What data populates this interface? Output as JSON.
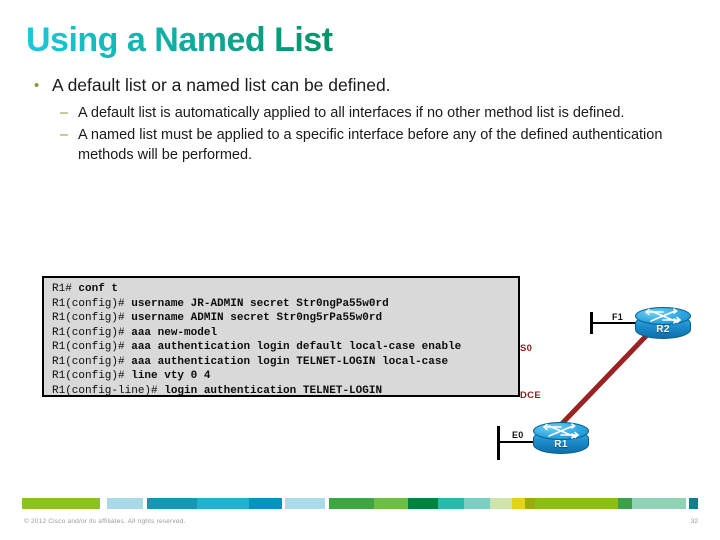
{
  "slide": {
    "title": "Using a Named List",
    "title_gradient_from": "#1ac8d8",
    "title_gradient_to": "#039268"
  },
  "bullets": [
    {
      "level": 1,
      "marker": "•",
      "text": "A default list or a named list can be defined."
    },
    {
      "level": 2,
      "marker": "–",
      "text": "A default list is automatically applied to all interfaces if no other method list is defined."
    },
    {
      "level": 2,
      "marker": "–",
      "text": "A named list must be applied to a specific interface before any of the defined authentication methods will be performed."
    }
  ],
  "code_box": {
    "background": "#d9d9d9",
    "border_color": "#000000",
    "lines": [
      {
        "prompt": "R1#",
        "command": " conf t"
      },
      {
        "prompt": "R1(config)#",
        "command": " username JR-ADMIN secret Str0ngPa55w0rd"
      },
      {
        "prompt": "R1(config)#",
        "command": " username ADMIN secret Str0ng5rPa55w0rd"
      },
      {
        "prompt": "R1(config)#",
        "command": " aaa new-model"
      },
      {
        "prompt": "R1(config)#",
        "command": " aaa authentication login default local-case enable"
      },
      {
        "prompt": "R1(config)#",
        "command": " aaa authentication login TELNET-LOGIN local-case"
      },
      {
        "prompt": "R1(config)#",
        "command": " line vty 0 4"
      },
      {
        "prompt": "R1(config-line)#",
        "command": " login authentication TELNET-LOGIN"
      }
    ]
  },
  "diagram": {
    "routers": [
      {
        "id": "R2",
        "label": "R2"
      },
      {
        "id": "R1",
        "label": "R1"
      }
    ],
    "interface_labels": {
      "r2_lan": "F1",
      "r1_lan": "E0"
    },
    "serial_labels": {
      "serial": "S0",
      "dce": "DCE"
    },
    "serial_link_color": "#9b2222"
  },
  "footer": {
    "copyright": "© 2012 Cisco and/or its affiliates. All rights reserved.",
    "page_number": "32",
    "bar_segments": [
      {
        "color": "#8cc122",
        "width": 90
      },
      {
        "color": "#ffffff",
        "width": 8
      },
      {
        "color": "#a9d8e6",
        "width": 42
      },
      {
        "color": "#ffffff",
        "width": 4
      },
      {
        "color": "#1796b4",
        "width": 58
      },
      {
        "color": "#23b0cf",
        "width": 60
      },
      {
        "color": "#0a91bf",
        "width": 38
      },
      {
        "color": "#ffffff",
        "width": 4
      },
      {
        "color": "#a9dbe8",
        "width": 46
      },
      {
        "color": "#ffffff",
        "width": 4
      },
      {
        "color": "#3ba642",
        "width": 52
      },
      {
        "color": "#6dbe45",
        "width": 40
      },
      {
        "color": "#00833e",
        "width": 34
      },
      {
        "color": "#2bb8aa",
        "width": 30
      },
      {
        "color": "#79cfc0",
        "width": 30
      },
      {
        "color": "#cfe4a8",
        "width": 26
      },
      {
        "color": "#e2d21a",
        "width": 14
      },
      {
        "color": "#9aab10",
        "width": 12
      },
      {
        "color": "#8cbe18",
        "width": 96
      },
      {
        "color": "#3aa049",
        "width": 16
      },
      {
        "color": "#8fd3b4",
        "width": 62
      },
      {
        "color": "#ffffff",
        "width": 4
      },
      {
        "color": "#0f7f8c",
        "width": 10
      }
    ]
  }
}
